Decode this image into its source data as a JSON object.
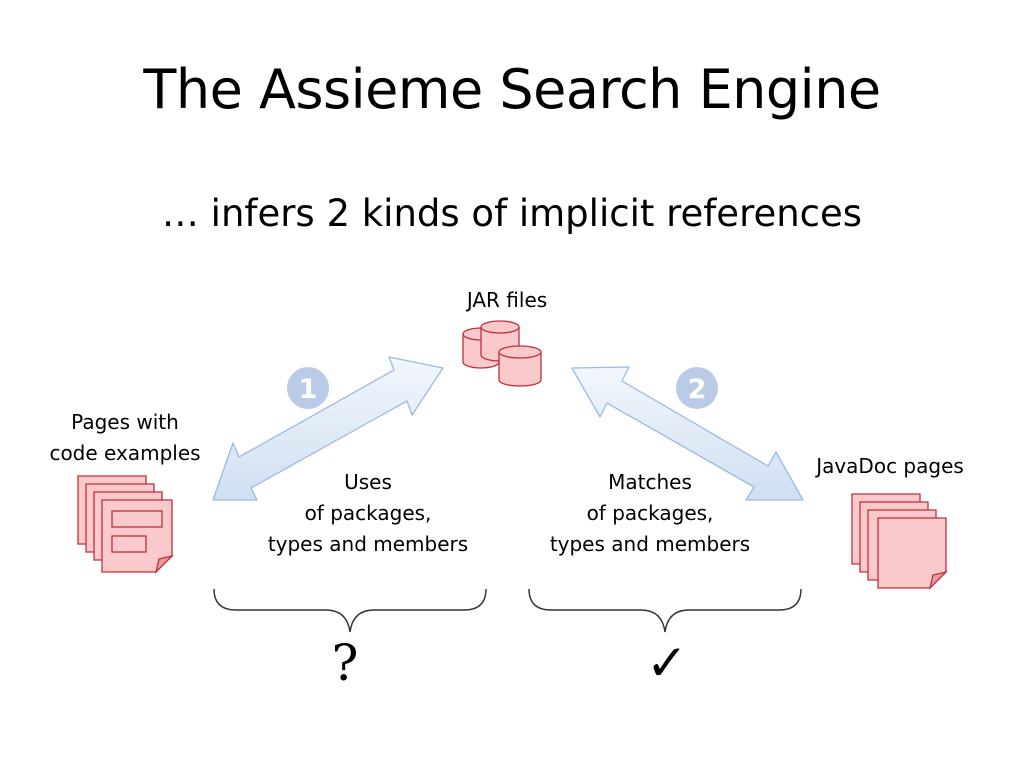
{
  "slide": {
    "title": "The Assieme Search Engine",
    "subtitle": "… infers 2 kinds of implicit references"
  },
  "nodes": {
    "jar_files": "JAR files",
    "pages_with_examples": [
      "Pages with",
      "code examples"
    ],
    "javadoc_pages": "JavaDoc pages"
  },
  "references": [
    {
      "badge": "1",
      "lines": [
        "Uses",
        "of packages,",
        "types and members"
      ],
      "verdict": "?"
    },
    {
      "badge": "2",
      "lines": [
        "Matches",
        "of packages,",
        "types and members"
      ],
      "verdict": "✓"
    }
  ],
  "colors": {
    "doc_fill": "#f9c9cc",
    "doc_stroke": "#c0303a",
    "arrow_fill": "#e4ecf7",
    "arrow_stroke": "#9bbbe0",
    "badge": "#b9cbe6"
  },
  "icons": [
    "database-icon",
    "document-stack-icon",
    "bidirectional-arrow-icon",
    "curly-brace-icon"
  ]
}
